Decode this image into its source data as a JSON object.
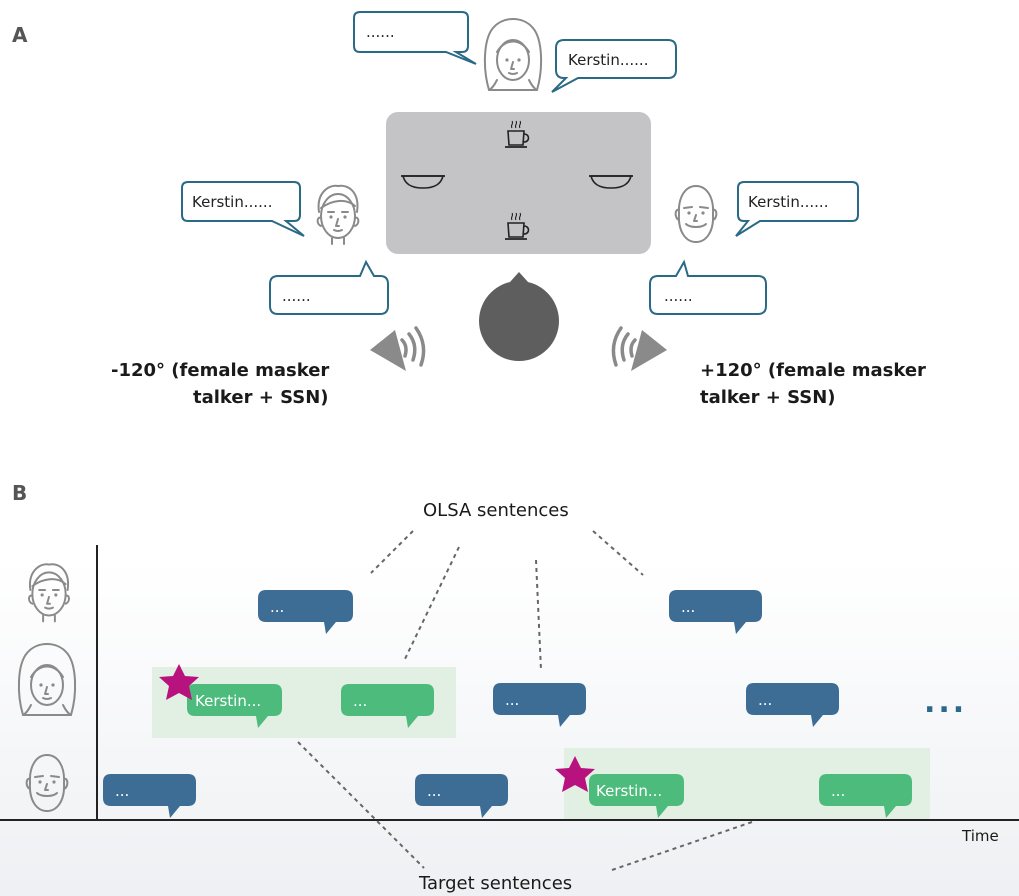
{
  "panel_a": {
    "label": "A",
    "bubbles": {
      "top_left": "......",
      "top_right": "Kerstin......",
      "left_upper": "Kerstin......",
      "left_lower": "......",
      "right_upper": "Kerstin......",
      "right_lower": "......"
    },
    "left_speaker": {
      "line1": "-120° (female masker",
      "line2": "talker + SSN)"
    },
    "right_speaker": {
      "line1": "+120° (female masker",
      "line2": "talker + SSN)"
    },
    "icons": [
      "female-face-icon",
      "male-face-icon",
      "bearded-male-face-icon",
      "coffee-cup-icon",
      "bowl-icon",
      "speaker-icon",
      "listener-head-icon"
    ]
  },
  "panel_b": {
    "label": "B",
    "olsa_label": "OLSA sentences",
    "target_label": "Target sentences",
    "time_label": "Time",
    "ellipsis": "...",
    "pill_dots": "...",
    "pill_kerstin": "Kerstin...",
    "colors": {
      "olsa": "#3d6d94",
      "target": "#4dbb7c",
      "highlight": "#e2f0e4",
      "star": "#b8127f"
    }
  }
}
